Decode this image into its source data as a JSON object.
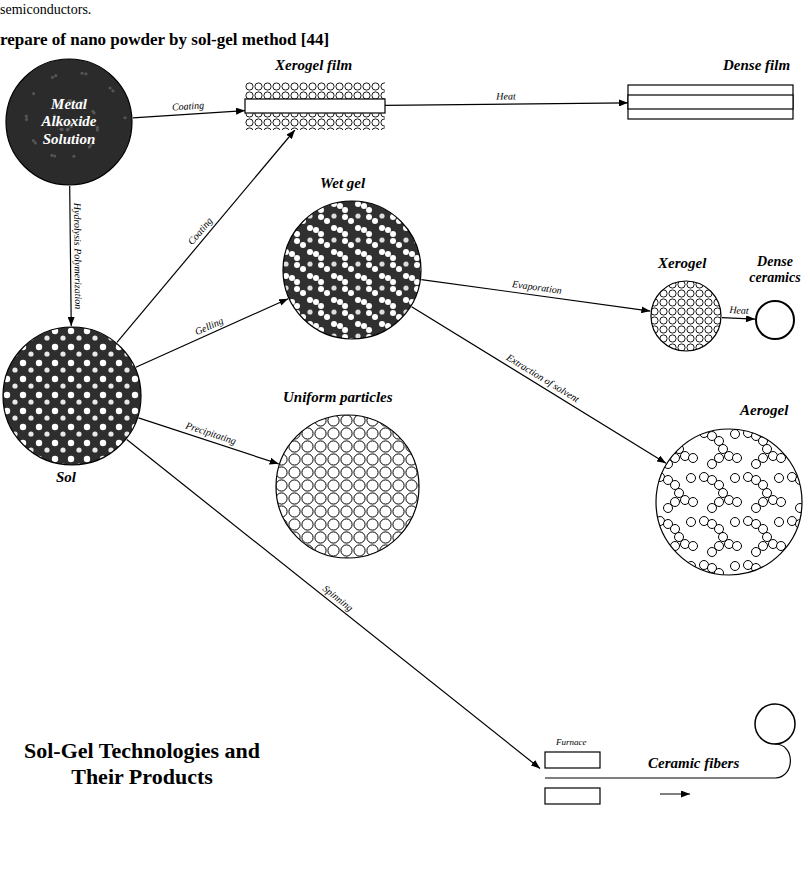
{
  "diagram": {
    "nodes": [
      {
        "text": [
          "Metal Alkoxide Solution"
        ]
      },
      {
        "text": [
          "Xerogel film"
        ]
      },
      {
        "text": [
          "Dense film"
        ]
      },
      {
        "text": [
          "Wet gel"
        ]
      },
      {
        "text": [
          "Xerogel"
        ]
      },
      {
        "text": [
          "Dense ceramics"
        ]
      },
      {
        "text": [
          "Aerogel"
        ]
      },
      {
        "text": [
          "Uniform particles"
        ]
      },
      {
        "text": [
          "Sol"
        ]
      },
      {
        "text": [
          "Ceramic fibers"
        ]
      }
    ],
    "edges": [
      {
        "from": 0,
        "to": 1,
        "label": "Coating",
        "arrow": "to"
      },
      {
        "from": 1,
        "to": 2,
        "label": "Heat",
        "arrow": "to"
      },
      {
        "from": 0,
        "to": 8,
        "label": "Hydrolysis Polymerization",
        "arrow": "to"
      },
      {
        "from": 8,
        "to": 1,
        "label": "Coating",
        "arrow": "to"
      },
      {
        "from": 8,
        "to": 3,
        "label": "Gelling",
        "arrow": "to"
      },
      {
        "from": 3,
        "to": 4,
        "label": "Evaporation",
        "arrow": "to"
      },
      {
        "from": 4,
        "to": 5,
        "label": "Heat",
        "arrow": "to"
      },
      {
        "from": 3,
        "to": 6,
        "label": "Extraction of solvent",
        "arrow": "to"
      },
      {
        "from": 8,
        "to": 7,
        "label": "Precipitating",
        "arrow": "to"
      },
      {
        "from": 8,
        "to": 9,
        "label": "Spinning",
        "arrow": "to"
      }
    ],
    "labels": [
      "semiconductors.",
      "repare of nano powder by sol-gel method [44]",
      "Sol-Gel Technologies and Their Products",
      "Furnace"
    ]
  }
}
